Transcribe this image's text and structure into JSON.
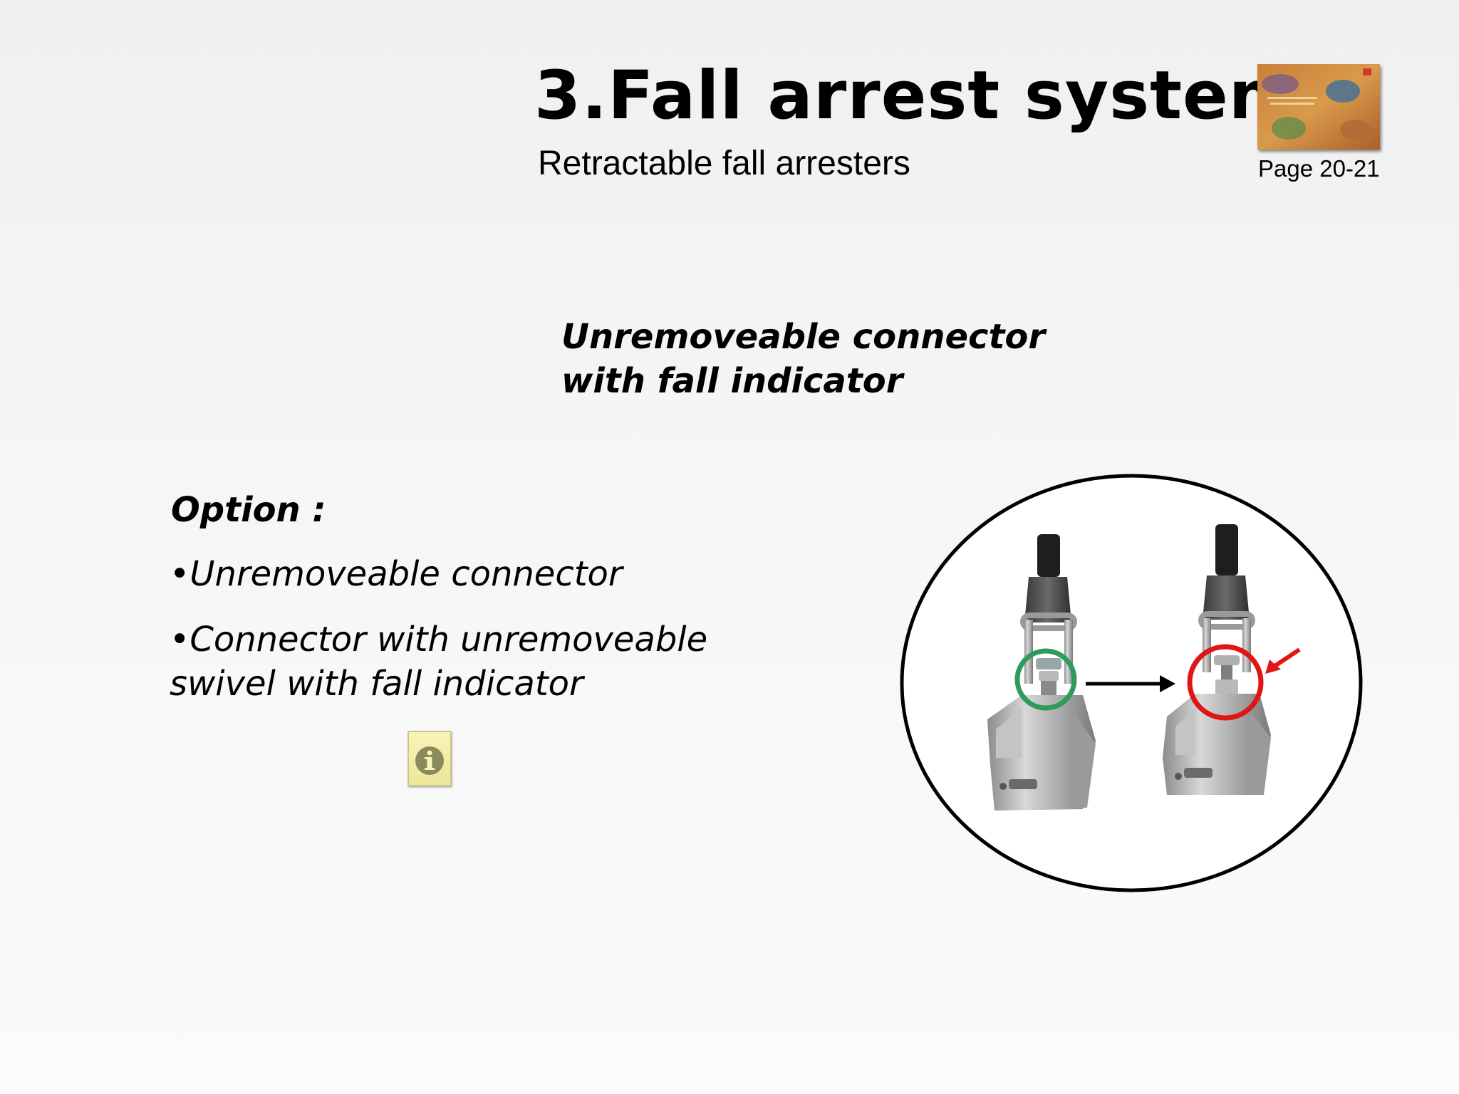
{
  "slide": {
    "title": "3.Fall arrest system",
    "subtitle": "Retractable fall arresters",
    "page_ref": "Page 20-21",
    "heading_line1": "Unremoveable connector",
    "heading_line2": "with fall indicator",
    "option_label": "Option :",
    "bullets": [
      "•Unremoveable connector",
      "•Connector with unremoveable",
      "swivel with fall indicator"
    ]
  },
  "icons": {
    "info": "info-icon",
    "thumbnail": "brochure-thumbnail-icon"
  },
  "colors": {
    "before_marker": "#2e9a5c",
    "after_marker": "#e01515"
  }
}
